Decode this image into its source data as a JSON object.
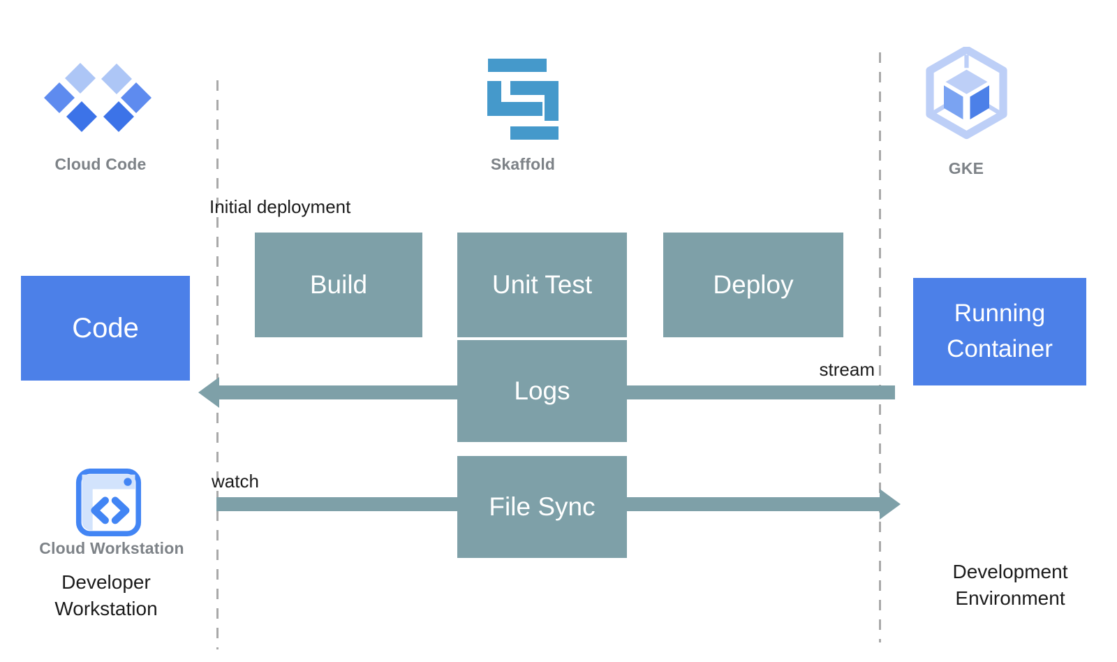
{
  "colors": {
    "teal": "#7EA0A8",
    "blue": "#4C80E8",
    "skaffold_blue": "#4599CB",
    "diamond_light": "#ADC6F6",
    "diamond_medium": "#5E8BEF",
    "diamond_dark": "#3C73E8",
    "gke_outline": "#BDCFF7",
    "gke_left_face": "#7AA3F2",
    "gke_right_face": "#4C80E8",
    "workstation_blue": "#4285F4",
    "workstation_light": "#D2E3FC",
    "dashed": "#A9A9A9",
    "label_gray": "#7D8287",
    "text_black": "#1B1B1B"
  },
  "header": {
    "cloud_code": {
      "label": "Cloud Code"
    },
    "skaffold": {
      "label": "Skaffold"
    },
    "gke": {
      "label": "GKE"
    }
  },
  "annotations": {
    "initial_deployment": "Initial deployment",
    "stream": "stream",
    "watch": "watch"
  },
  "boxes": {
    "code": "Code",
    "build": "Build",
    "unit_test": "Unit Test",
    "deploy": "Deploy",
    "logs": "Logs",
    "file_sync": "File Sync",
    "running_container": "Running Container"
  },
  "footer": {
    "cloud_workstation": {
      "label": "Cloud Workstation"
    },
    "developer_workstation": "Developer Workstation",
    "development_environment": "Development Environment"
  }
}
